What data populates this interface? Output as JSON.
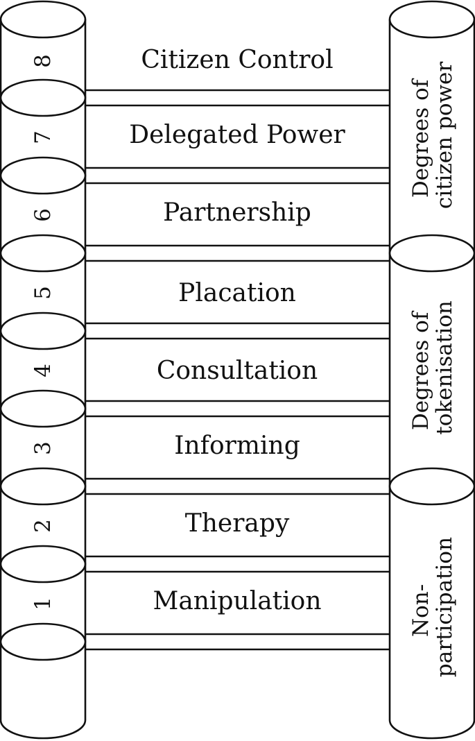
{
  "rungs": [
    {
      "number": "8",
      "label": "Citizen Control"
    },
    {
      "number": "7",
      "label": "Delegated Power"
    },
    {
      "number": "6",
      "label": "Partnership"
    },
    {
      "number": "5",
      "label": "Placation"
    },
    {
      "number": "4",
      "label": "Consultation"
    },
    {
      "number": "3",
      "label": "Informing"
    },
    {
      "number": "2",
      "label": "Therapy"
    },
    {
      "number": "1",
      "label": "Manipulation"
    }
  ],
  "groups": [
    {
      "line1": "Degrees of",
      "line2": "citizen power"
    },
    {
      "line1": "Degrees of",
      "line2": "tokenisation"
    },
    {
      "line1": "Non-",
      "line2": "participation"
    }
  ]
}
